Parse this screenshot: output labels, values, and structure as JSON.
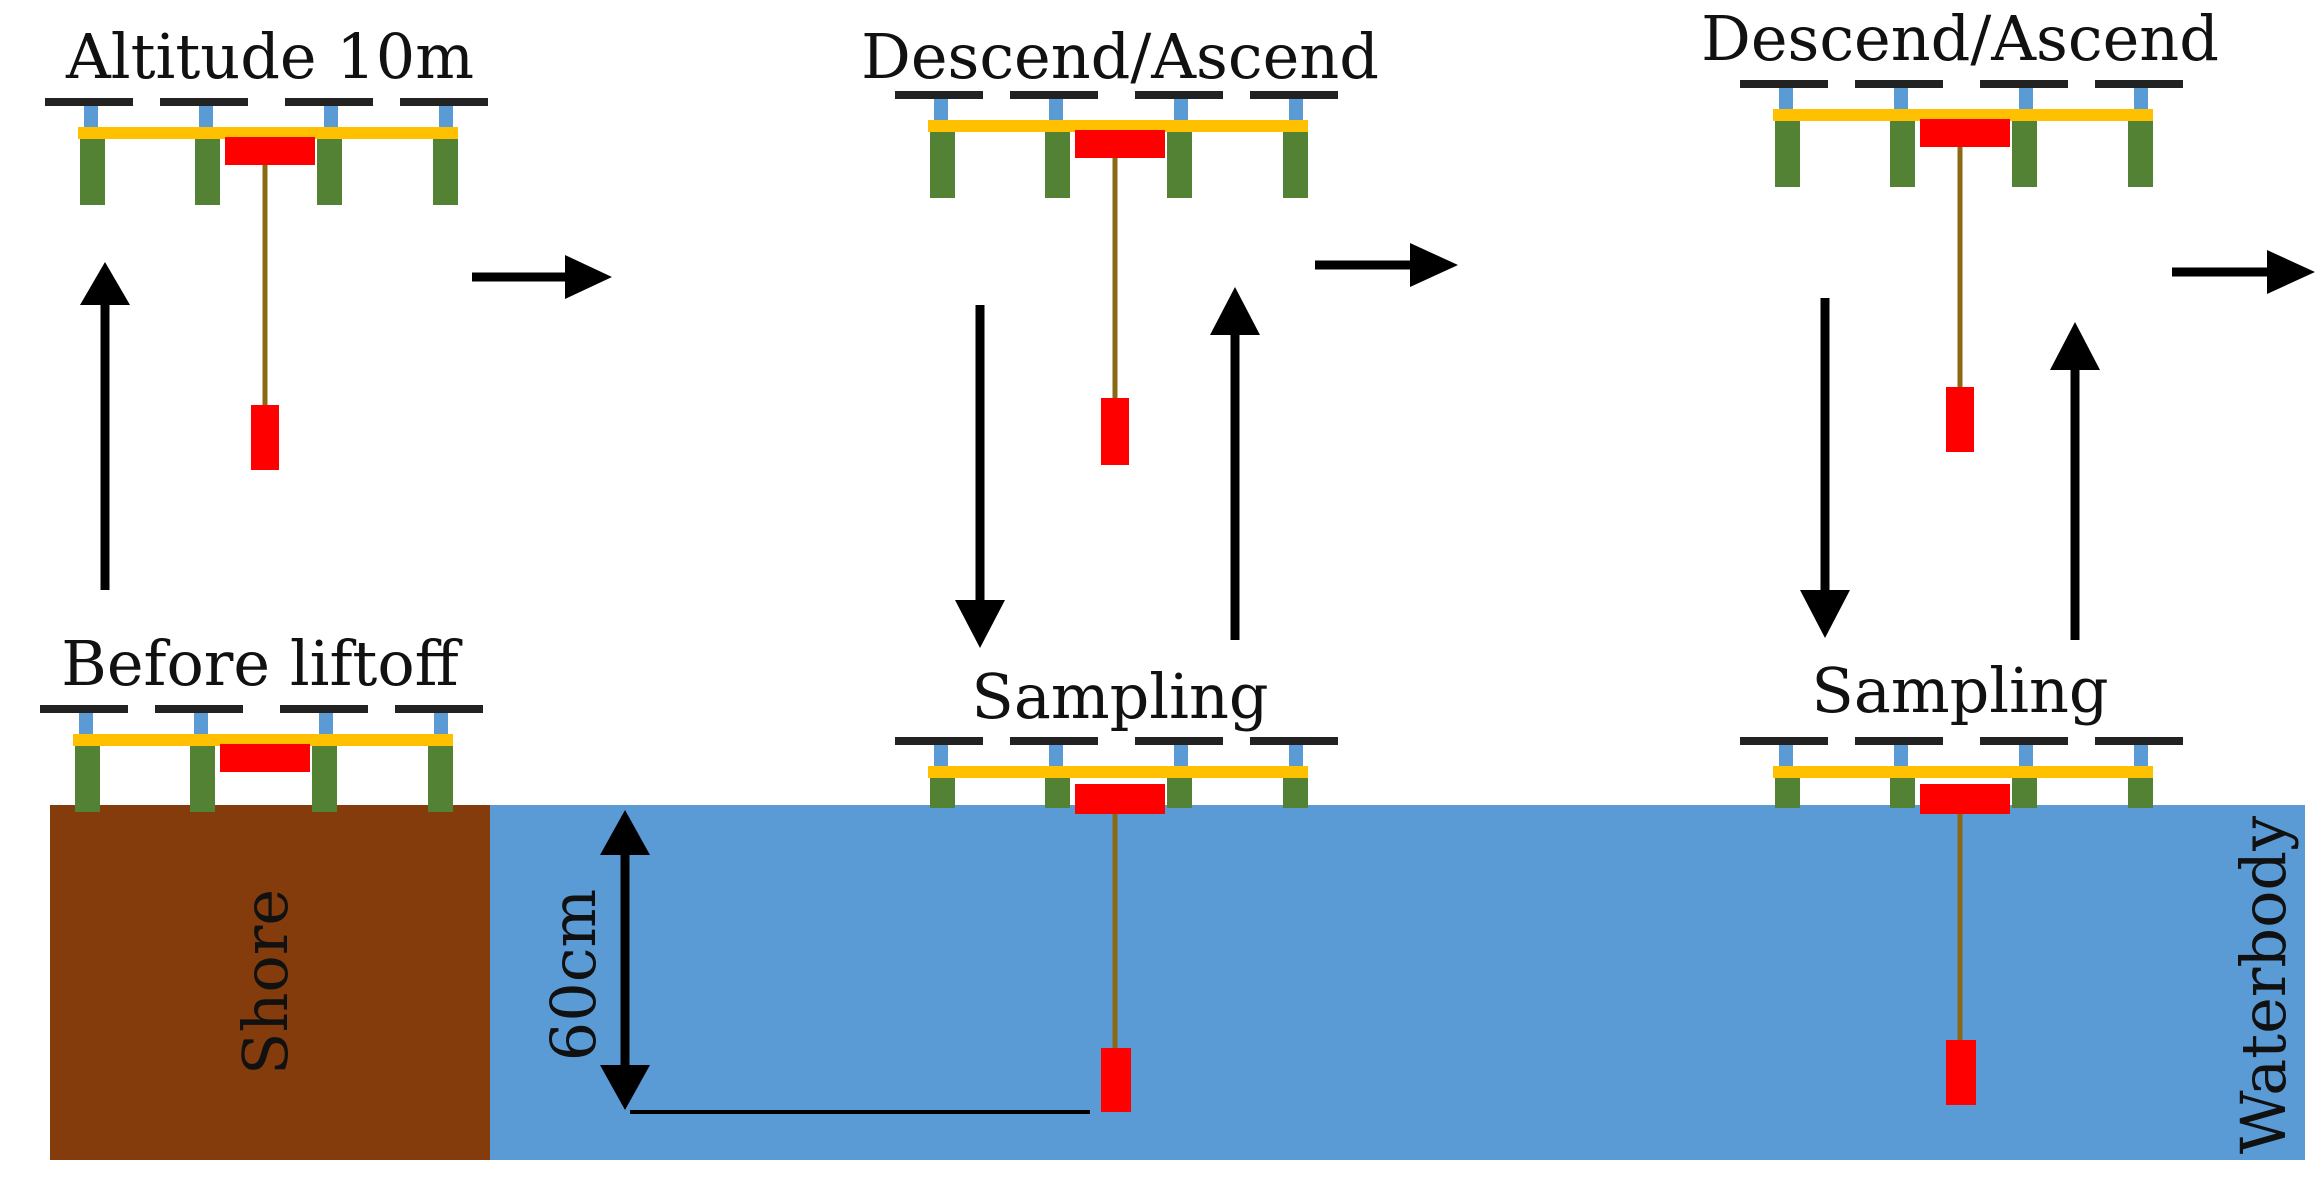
{
  "labels": {
    "altitude": "Altitude 10m",
    "descend_ascend_1": "Descend/Ascend",
    "descend_ascend_2": "Descend/Ascend",
    "before_liftoff": "Before liftoff",
    "sampling_1": "Sampling",
    "sampling_2": "Sampling",
    "shore": "Shore",
    "depth": "60cm",
    "waterbody": "Waterbody"
  },
  "colors": {
    "shore": "#843c0c",
    "water": "#5b9bd5",
    "frame": "#ffc000",
    "legs": "#548235",
    "motor": "#5b9bd5",
    "propeller": "#222222",
    "sampler": "#ff0000",
    "tether": "#8b6914",
    "arrow": "#000000"
  },
  "icons": {
    "drone": "quadcopter-drone-icon",
    "sampler": "water-sampler-icon",
    "flow_arrow": "arrow-right-icon",
    "vertical_arrow": "arrow-vertical-icon"
  }
}
